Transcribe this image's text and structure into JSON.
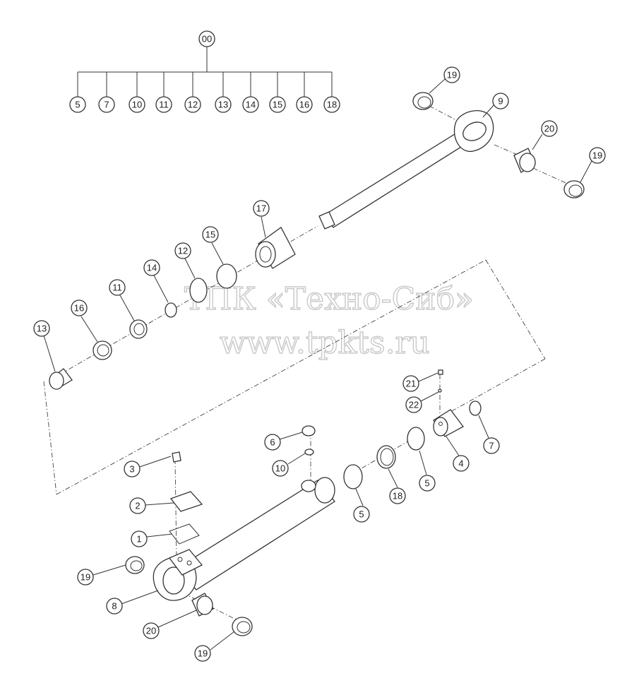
{
  "callouts": {
    "c00": "00",
    "k5": "5",
    "k7": "7",
    "k10": "10",
    "k11": "11",
    "k12": "12",
    "k13": "13",
    "k14": "14",
    "k15": "15",
    "k16": "16",
    "k18": "18",
    "p19a": "19",
    "p9": "9",
    "p20a": "20",
    "p19b": "19",
    "p17": "17",
    "p15": "15",
    "p12": "12",
    "p14": "14",
    "p11": "11",
    "p16": "16",
    "p13": "13",
    "p21": "21",
    "p22": "22",
    "p7": "7",
    "p4": "4",
    "p6": "6",
    "p10": "10",
    "p5a": "5",
    "p18": "18",
    "p5b": "5",
    "p3": "3",
    "p2": "2",
    "p1": "1",
    "p19c": "19",
    "p8": "8",
    "p20b": "20",
    "p19d": "19"
  },
  "watermark": {
    "line1": "ТПК «Техно-Сиб»",
    "line2": "www.tpkts.ru"
  },
  "colors": {
    "ink": "#333333",
    "watermark": "#c9c9c9",
    "background": "#ffffff"
  }
}
